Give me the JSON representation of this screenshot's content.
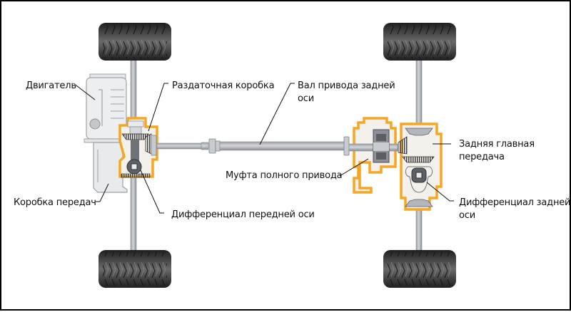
{
  "diagram": {
    "title": "",
    "colors": {
      "housing_outline": "#f5a623",
      "metal": "#b9bcc0",
      "metal_dark": "#6f7378",
      "tire": "#2b2b2b",
      "engine": "#eceef0",
      "background": "#ffffff",
      "frame": "#000000"
    },
    "labels": {
      "engine": "Двигатель",
      "gearbox": "Коробка передач",
      "transfer_case": "Раздаточная коробка",
      "front_diff": "Дифференциал передней оси",
      "prop_shaft_line1": "Вал привода задней",
      "prop_shaft_line2": "оси",
      "awd_coupling": "Муфта полного привода",
      "rear_final_drive_line1": "Задняя главная",
      "rear_final_drive_line2": "передача",
      "rear_diff_line1": "Дифференциал задней",
      "rear_diff_line2": "оси"
    },
    "components": [
      {
        "id": "front-left-wheel",
        "name": "Front wheel (top)"
      },
      {
        "id": "front-right-wheel",
        "name": "Front wheel (bottom)"
      },
      {
        "id": "rear-left-wheel",
        "name": "Rear wheel (top)"
      },
      {
        "id": "rear-right-wheel",
        "name": "Rear wheel (bottom)"
      },
      {
        "id": "engine",
        "name": "Engine"
      },
      {
        "id": "gearbox",
        "name": "Gearbox"
      },
      {
        "id": "transfer-case",
        "name": "Transfer case"
      },
      {
        "id": "front-differential",
        "name": "Front differential"
      },
      {
        "id": "prop-shaft",
        "name": "Rear axle drive shaft"
      },
      {
        "id": "awd-coupling",
        "name": "AWD coupling"
      },
      {
        "id": "rear-final-drive",
        "name": "Rear final drive"
      },
      {
        "id": "rear-differential",
        "name": "Rear differential"
      }
    ]
  }
}
